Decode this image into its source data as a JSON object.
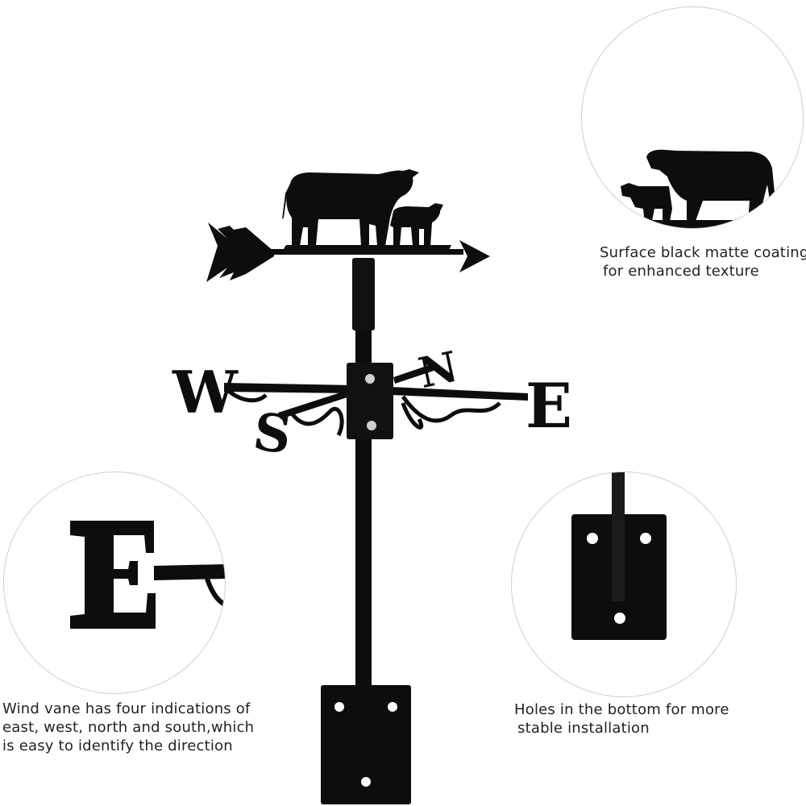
{
  "callouts": {
    "texture": {
      "line1": "Surface black matte coating",
      "line2": "for enhanced texture"
    },
    "directions": {
      "line1": "Wind vane has four indications of",
      "line2": "east, west, north and south,which",
      "line3": "is easy to identify the direction"
    },
    "holes": {
      "line1": "Holes in the bottom for more",
      "line2": "stable installation"
    }
  },
  "vane_letters": {
    "west": "W",
    "east": "E",
    "north": "N",
    "south": "S"
  },
  "colors": {
    "metal": "#0d0d0d",
    "circle_border": "#cfcfcf",
    "text": "#222222"
  }
}
